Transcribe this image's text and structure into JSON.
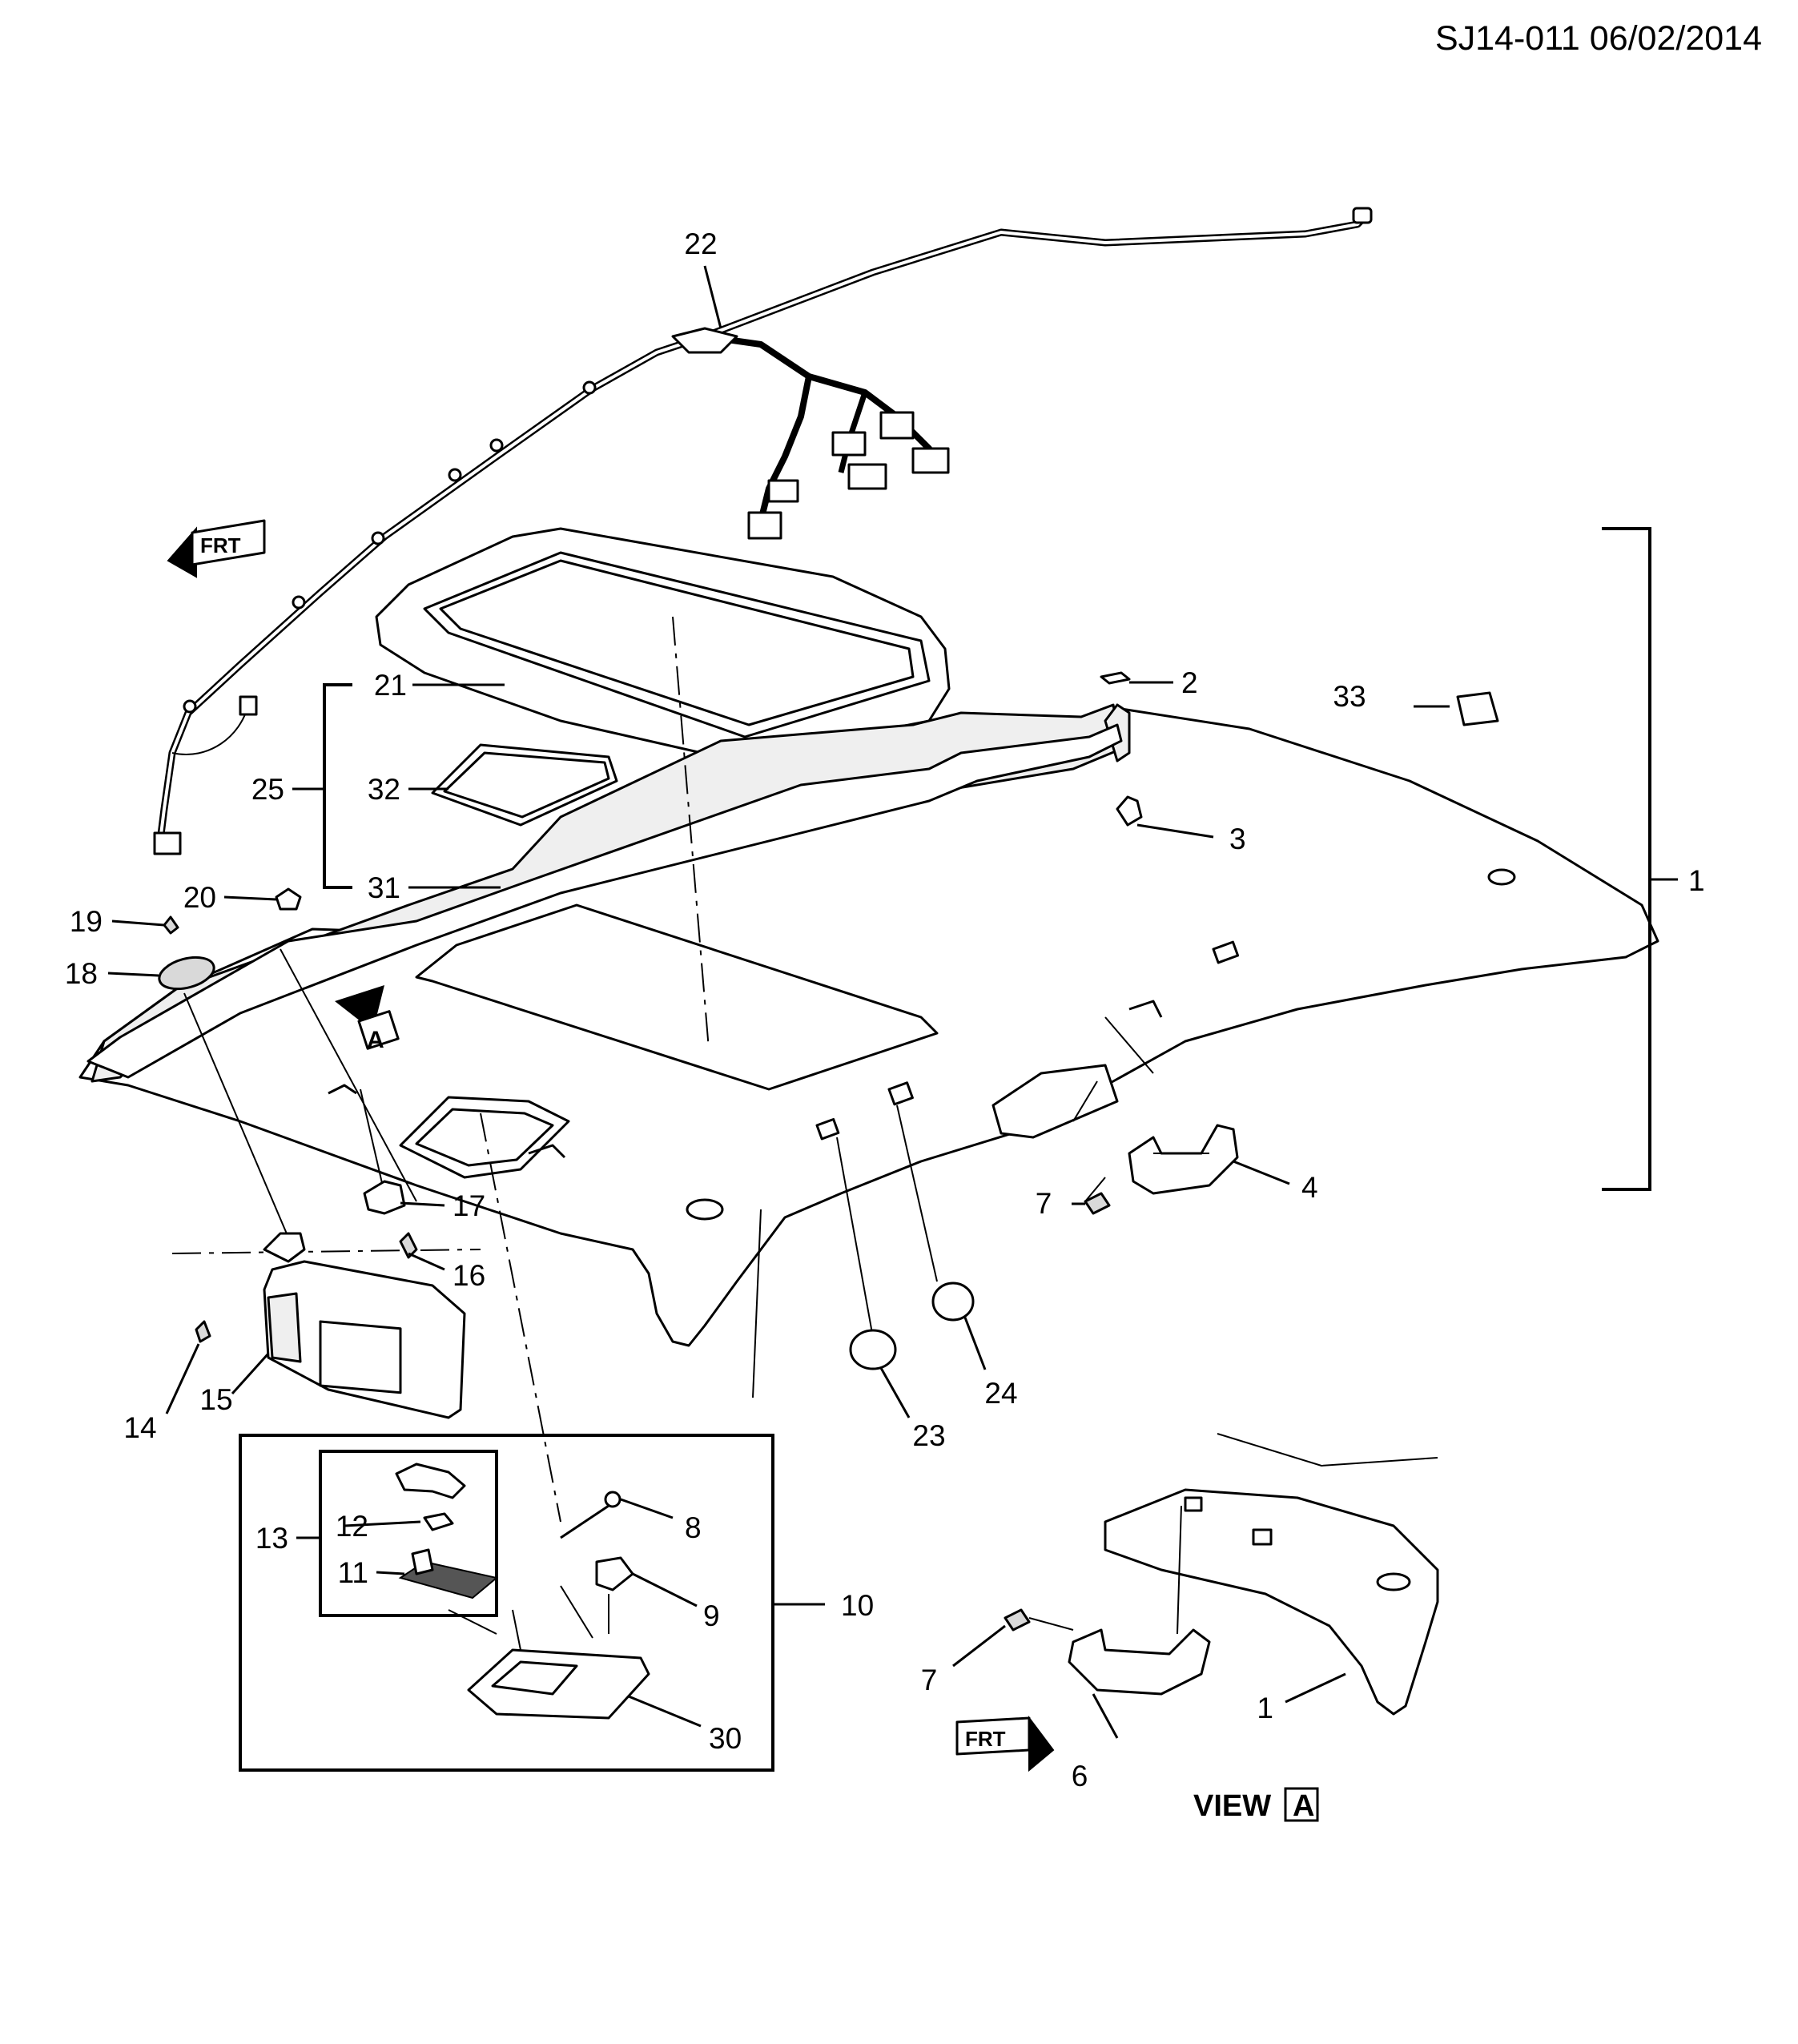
{
  "header": {
    "document_id": "SJ14-011 06/02/2014"
  },
  "orientation": {
    "front_label": "FRT",
    "view_marker_letter": "A"
  },
  "detail_view": {
    "title_prefix": "VIEW",
    "title_letter": "A"
  },
  "callouts": {
    "c1": "1",
    "c1b": "1",
    "c2": "2",
    "c3": "3",
    "c4": "4",
    "c6": "6",
    "c7": "7",
    "c7b": "7",
    "c8": "8",
    "c9": "9",
    "c10": "10",
    "c11": "11",
    "c12": "12",
    "c13": "13",
    "c14": "14",
    "c15": "15",
    "c16": "16",
    "c17": "17",
    "c18": "18",
    "c19": "19",
    "c20": "20",
    "c21": "21",
    "c22": "22",
    "c23": "23",
    "c24": "24",
    "c25": "25",
    "c30": "30",
    "c31": "31",
    "c32": "32",
    "c33": "33"
  }
}
